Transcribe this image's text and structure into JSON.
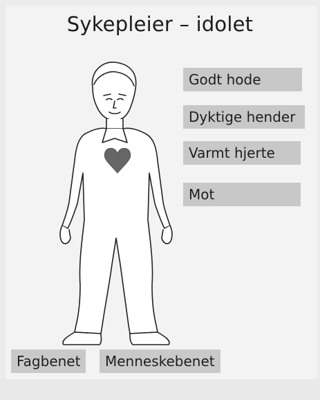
{
  "title": "Sykepleier – idolet",
  "qualities": [
    "Godt hode",
    "Dyktige hender",
    "Varmt hjerte",
    "Mot"
  ],
  "bottom_labels": [
    "Fagbenet",
    "Menneskebenet"
  ],
  "colors": {
    "label_bg": "#c8c8c8",
    "heart": "#666666",
    "text": "#1e1e1e"
  },
  "icons": [
    "person-figure-icon",
    "heart-icon"
  ]
}
